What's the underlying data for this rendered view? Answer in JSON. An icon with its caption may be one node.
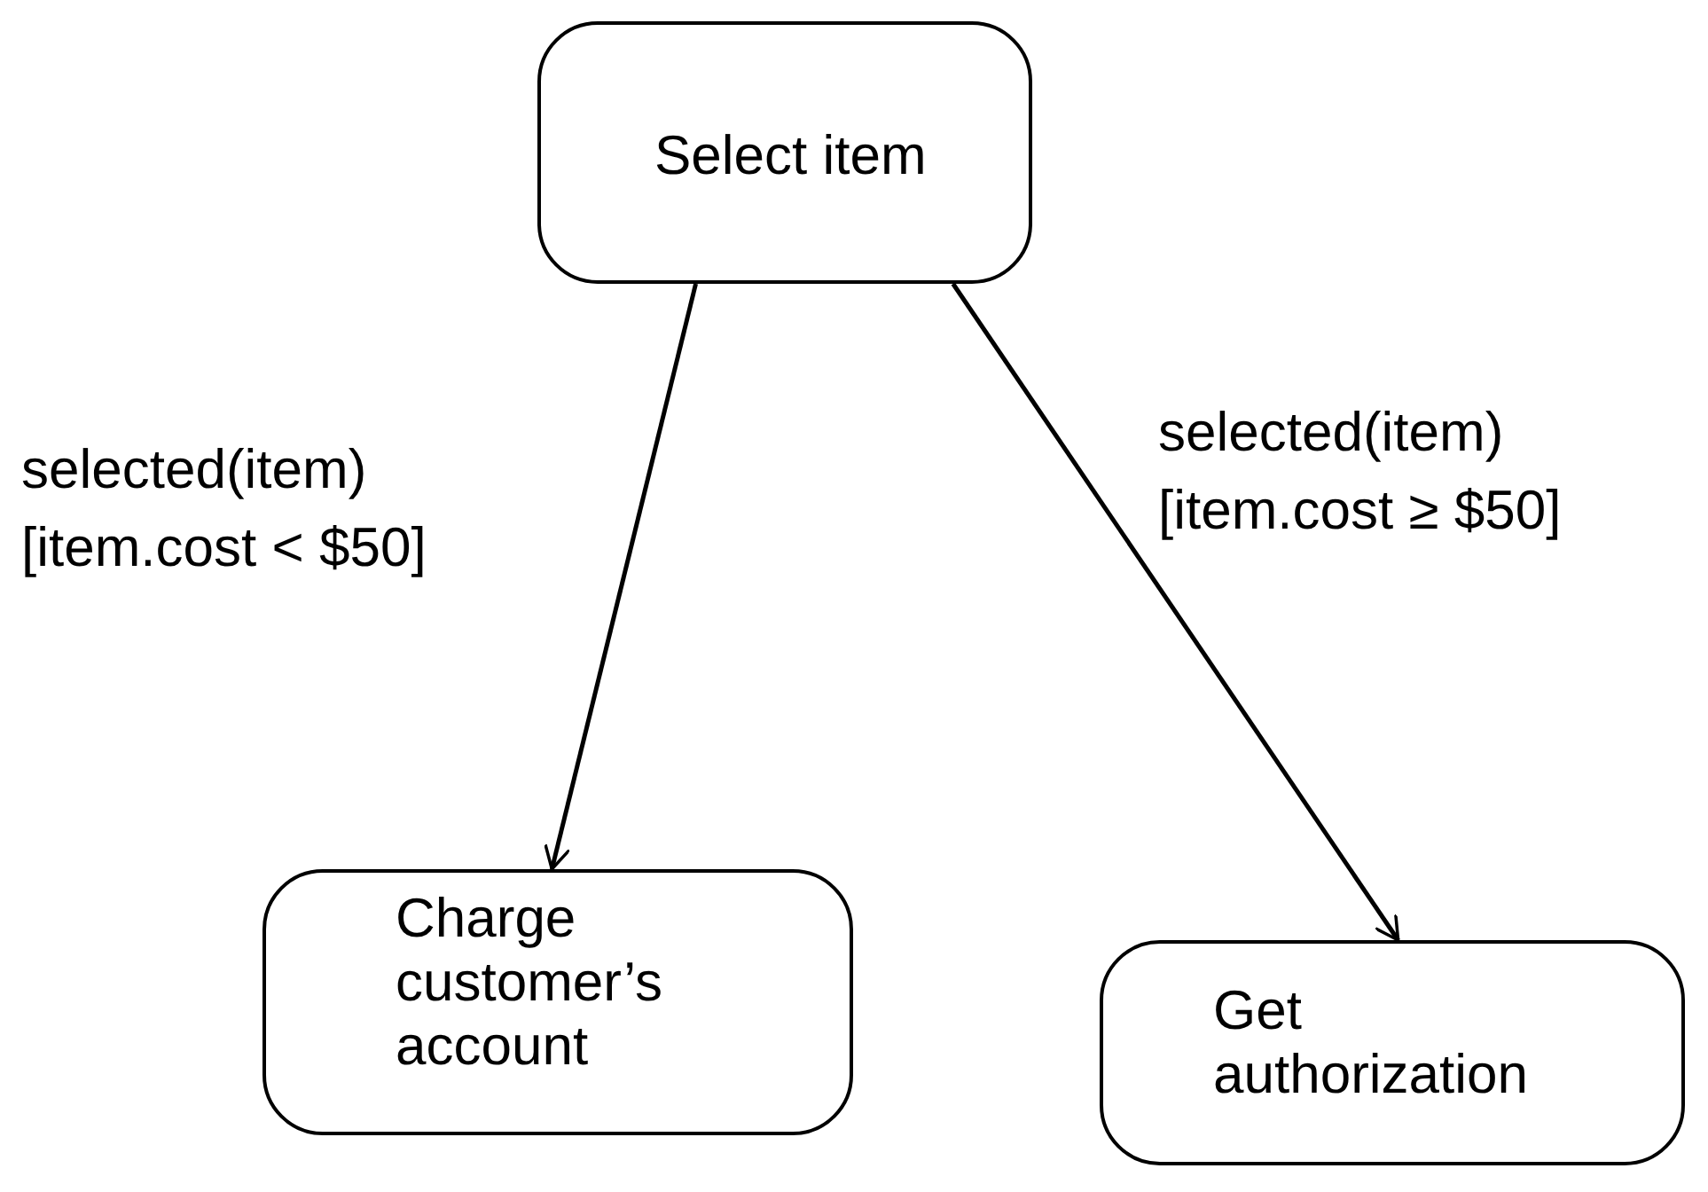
{
  "diagram": {
    "nodes": [
      {
        "text": [
          "Select item"
        ]
      },
      {
        "text": [
          "Charge customer’s account"
        ]
      },
      {
        "text": [
          "Get authorization"
        ]
      }
    ],
    "edges": [
      {
        "from": 0,
        "to": 1,
        "arrow": "to",
        "label": "selected(item) [item.cost < $50]"
      },
      {
        "from": 0,
        "to": 2,
        "arrow": "to",
        "label": "selected(item) [item.cost ≥ $50]"
      }
    ]
  }
}
